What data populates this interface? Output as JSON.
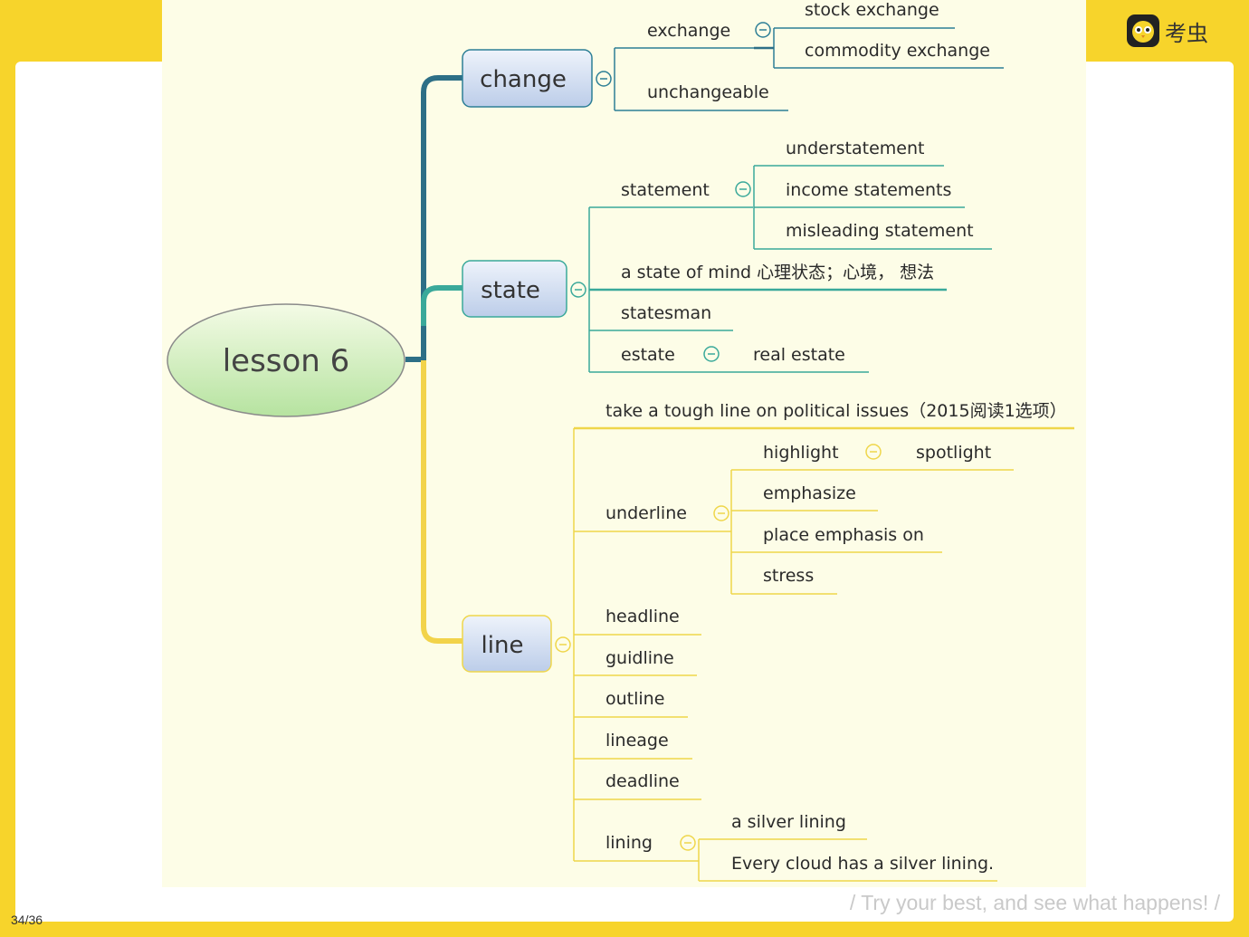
{
  "page": {
    "number": "34/36",
    "motto": "/ Try your best, and see what happens! /"
  },
  "brand": {
    "logo_text": "考虫",
    "icon": "chick-face-icon"
  },
  "colors": {
    "background": "#f7d42b",
    "panel": "#fdfde7",
    "change_branch": "#2d6f86",
    "state_branch": "#3aa99a",
    "line_branch": "#f2d34a"
  },
  "mindmap": {
    "root": "lesson 6",
    "change": {
      "label": "change",
      "exchange": "exchange",
      "stock_exchange": "stock exchange",
      "commodity_exchange": "commodity exchange",
      "unchangeable": "unchangeable"
    },
    "state": {
      "label": "state",
      "statement": "statement",
      "understatement": "understatement",
      "income_statements": "income statements",
      "misleading_statement": "misleading statement",
      "state_of_mind": "a state of mind 心理状态；心境， 想法",
      "statesman": "statesman",
      "estate": "estate",
      "real_estate": "real estate"
    },
    "line": {
      "label": "line",
      "tough_line": "take a tough line on political issues（2015阅读1选项）",
      "underline": "underline",
      "highlight": "highlight",
      "spotlight": "spotlight",
      "emphasize": "emphasize",
      "place_emphasis_on": "place emphasis on",
      "stress": "stress",
      "headline": "headline",
      "guidline": "guidline",
      "outline": "outline",
      "lineage": "lineage",
      "deadline": "deadline",
      "lining": "lining",
      "silver_lining": "a silver lining",
      "every_cloud": "Every cloud has a silver lining."
    }
  }
}
